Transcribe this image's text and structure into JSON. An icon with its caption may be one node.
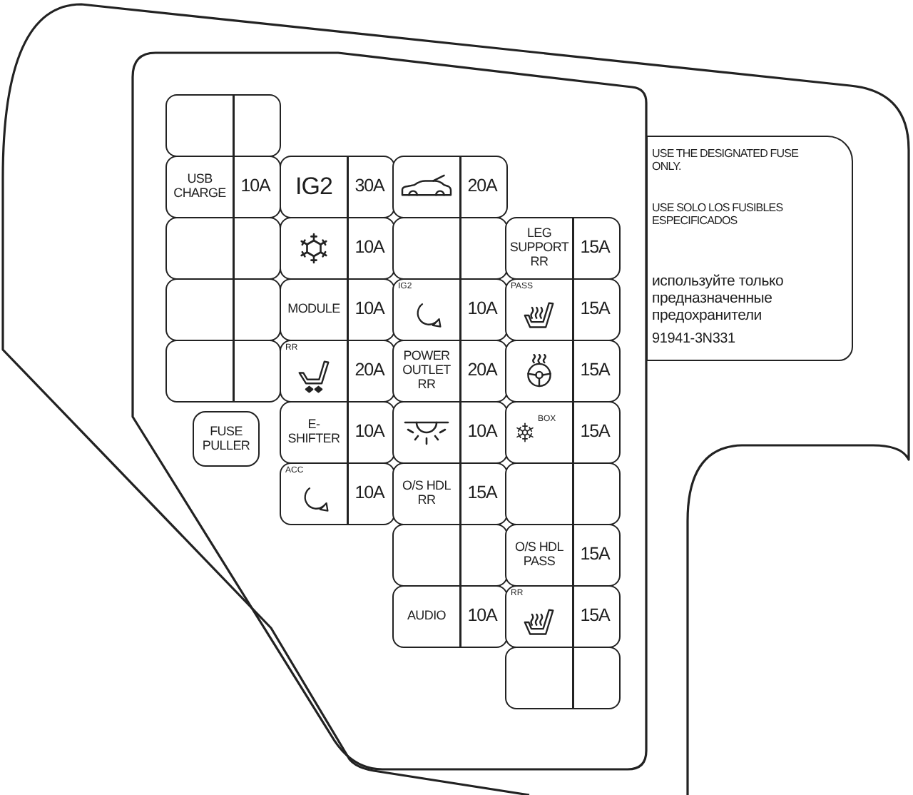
{
  "diagram": {
    "nodes": [
      {
        "text": [],
        "shape": "box"
      },
      {
        "text": [
          "USB CHARGE",
          "10A"
        ]
      },
      {
        "text": [
          "IG2",
          "30A"
        ]
      },
      {
        "text": [
          "20A"
        ]
      },
      {
        "text": [],
        "shape": "box"
      },
      {
        "text": [
          "10A"
        ]
      },
      {
        "text": [],
        "shape": "box"
      },
      {
        "text": [
          "LEG SUPPORT RR",
          "15A"
        ]
      },
      {
        "text": [],
        "shape": "box"
      },
      {
        "text": [
          "MODULE",
          "10A"
        ]
      },
      {
        "text": [
          "IG2",
          "10A"
        ]
      },
      {
        "text": [
          "PASS",
          "15A"
        ]
      },
      {
        "text": [],
        "shape": "box"
      },
      {
        "text": [
          "RR",
          "20A"
        ]
      },
      {
        "text": [
          "POWER OUTLET RR",
          "20A"
        ]
      },
      {
        "text": [
          "15A"
        ]
      },
      {
        "text": [
          "FUSE PULLER"
        ]
      },
      {
        "text": [
          "E-SHIFTER",
          "10A"
        ]
      },
      {
        "text": [
          "10A"
        ]
      },
      {
        "text": [
          "BOX",
          "15A"
        ]
      },
      {
        "text": [
          "ACC",
          "10A"
        ]
      },
      {
        "text": [
          "O/S HDL RR",
          "15A"
        ]
      },
      {
        "text": [],
        "shape": "box"
      },
      {
        "text": [],
        "shape": "box"
      },
      {
        "text": [
          "O/S HDL PASS",
          "15A"
        ]
      },
      {
        "text": [
          "AUDIO",
          "10A"
        ]
      },
      {
        "text": [
          "RR",
          "15A"
        ]
      },
      {
        "text": [],
        "shape": "box"
      },
      {
        "text": [
          "USE THE DESIGNATED FUSE ONLY.",
          "USE SOLO LOS FUSIBLES ESPECIFICADOS",
          "используйте только предназначенные предохранители",
          "91941-3N331"
        ]
      }
    ]
  }
}
